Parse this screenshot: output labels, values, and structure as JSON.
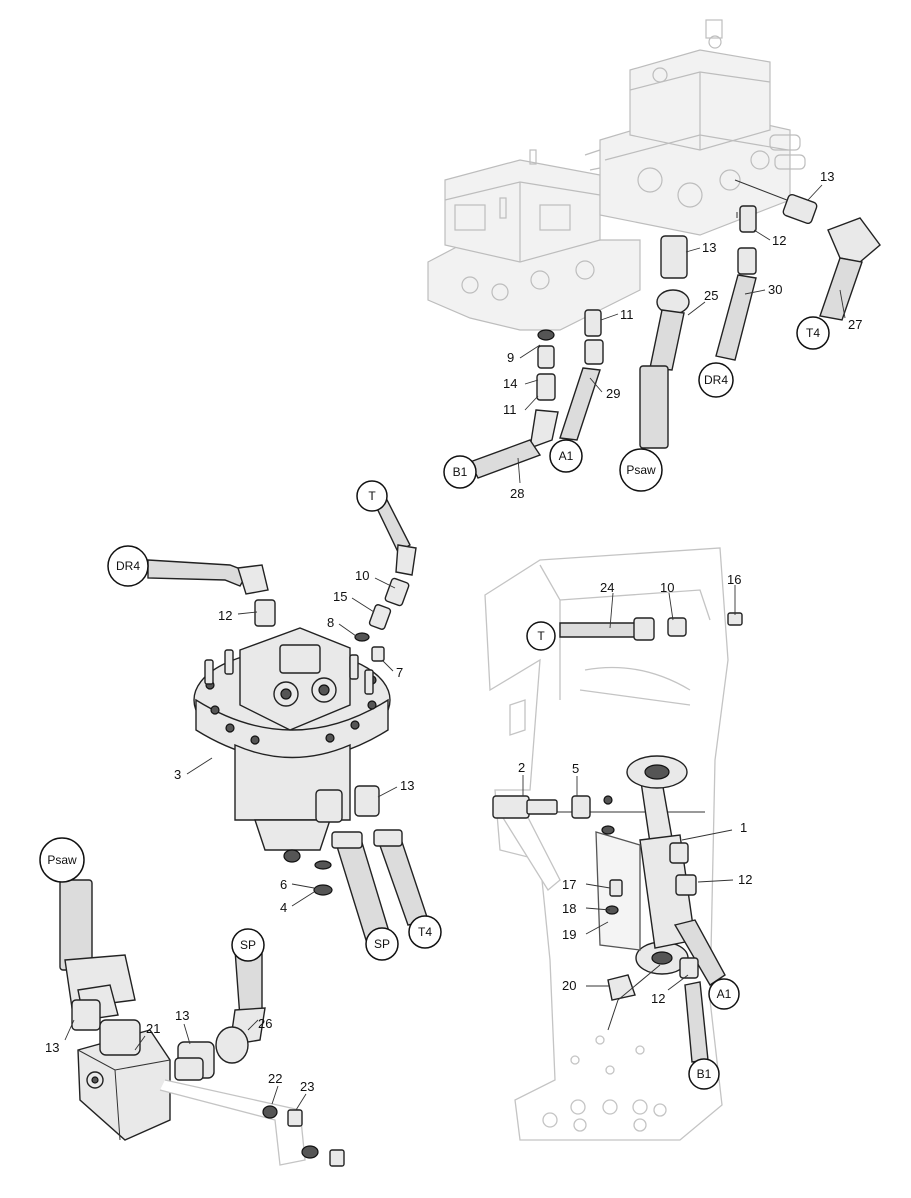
{
  "callouts": [
    {
      "id": "c13a",
      "text": "13"
    },
    {
      "id": "c12a",
      "text": "12"
    },
    {
      "id": "c13b",
      "text": "13"
    },
    {
      "id": "c11a",
      "text": "11"
    },
    {
      "id": "c25",
      "text": "25"
    },
    {
      "id": "c30",
      "text": "30"
    },
    {
      "id": "c27",
      "text": "27"
    },
    {
      "id": "c9",
      "text": "9"
    },
    {
      "id": "c14",
      "text": "14"
    },
    {
      "id": "c11b",
      "text": "11"
    },
    {
      "id": "c29",
      "text": "29"
    },
    {
      "id": "c28",
      "text": "28"
    },
    {
      "id": "c10a",
      "text": "10"
    },
    {
      "id": "c15",
      "text": "15"
    },
    {
      "id": "c8",
      "text": "8"
    },
    {
      "id": "c7",
      "text": "7"
    },
    {
      "id": "c12b",
      "text": "12"
    },
    {
      "id": "c3",
      "text": "3"
    },
    {
      "id": "c13c",
      "text": "13"
    },
    {
      "id": "c6",
      "text": "6"
    },
    {
      "id": "c4",
      "text": "4"
    },
    {
      "id": "c24",
      "text": "24"
    },
    {
      "id": "c10b",
      "text": "10"
    },
    {
      "id": "c16",
      "text": "16"
    },
    {
      "id": "c2",
      "text": "2"
    },
    {
      "id": "c5",
      "text": "5"
    },
    {
      "id": "c1",
      "text": "1"
    },
    {
      "id": "c12c",
      "text": "12"
    },
    {
      "id": "c17",
      "text": "17"
    },
    {
      "id": "c18",
      "text": "18"
    },
    {
      "id": "c19",
      "text": "19"
    },
    {
      "id": "c20",
      "text": "20"
    },
    {
      "id": "c12d",
      "text": "12"
    },
    {
      "id": "c21",
      "text": "21"
    },
    {
      "id": "c13d",
      "text": "13"
    },
    {
      "id": "c13e",
      "text": "13"
    },
    {
      "id": "c26",
      "text": "26"
    },
    {
      "id": "c22",
      "text": "22"
    },
    {
      "id": "c23",
      "text": "23"
    }
  ],
  "port_tags": [
    {
      "id": "t-b1-top",
      "text": "B1"
    },
    {
      "id": "t-a1-top",
      "text": "A1"
    },
    {
      "id": "t-psaw-top",
      "text": "Psaw"
    },
    {
      "id": "t-dr4-top",
      "text": "DR4"
    },
    {
      "id": "t-t4-top",
      "text": "T4"
    },
    {
      "id": "t-t-motor",
      "text": "T"
    },
    {
      "id": "t-dr4-motor",
      "text": "DR4"
    },
    {
      "id": "t-sp-motor",
      "text": "SP"
    },
    {
      "id": "t-t4-motor",
      "text": "T4"
    },
    {
      "id": "t-t-frame",
      "text": "T"
    },
    {
      "id": "t-a1-frame",
      "text": "A1"
    },
    {
      "id": "t-b1-frame",
      "text": "B1"
    },
    {
      "id": "t-psaw-valve",
      "text": "Psaw"
    },
    {
      "id": "t-sp-valve",
      "text": "SP"
    }
  ]
}
